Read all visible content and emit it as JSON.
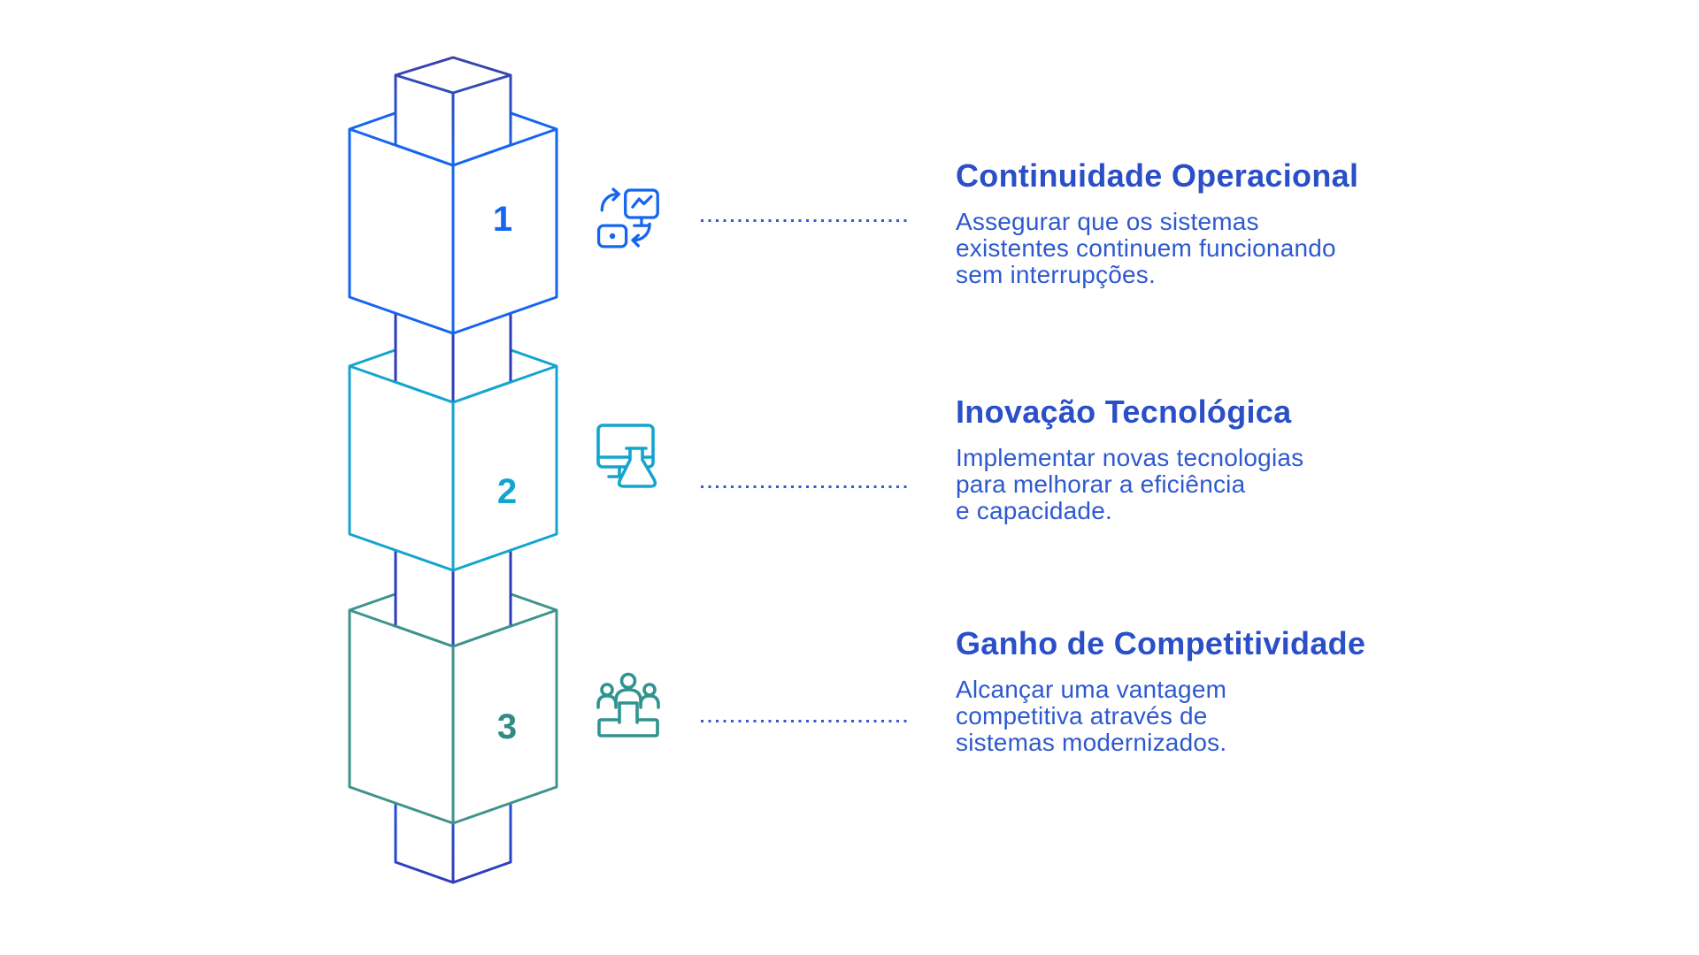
{
  "sections": [
    {
      "number": "1",
      "title": "Continuidade Operacional",
      "description": "Assegurar que os sistemas\nexistentes continuem funcionando\nsem interrupções.",
      "icon": "system-sync-icon",
      "accent_color": "#1565F0"
    },
    {
      "number": "2",
      "title": "Inovação Tecnológica",
      "description": "Implementar novas tecnologias\npara melhorar a eficiência\ne capacidade.",
      "icon": "monitor-flask-icon",
      "accent_color": "#14A5CE"
    },
    {
      "number": "3",
      "title": "Ganho de Competitividade",
      "description": "Alcançar uma vantagem\ncompetitiva através de\nsistemas modernizados.",
      "icon": "podium-winners-icon",
      "accent_color": "#3E948D"
    }
  ],
  "colors": {
    "background": "#FFFFFF",
    "title_text": "#2A4FC6",
    "body_text": "#2E59CF",
    "dotted_line": "#3A57D0",
    "block_1": "#1565F0",
    "block_2": "#14A5CE",
    "block_3": "#3E948D",
    "connector_indigo": "#2F3CB8"
  }
}
